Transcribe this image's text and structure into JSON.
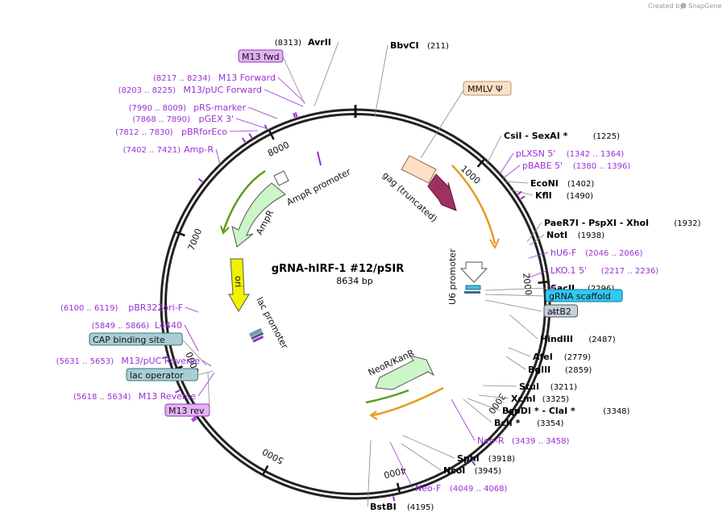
{
  "credit": "Created by",
  "brand": "SnapGene",
  "plasmid": {
    "name": "gRNA-hIRF-1 #12/pSIR",
    "size": "8634 bp",
    "total": 8634
  },
  "ticks": [
    "1000",
    "2000",
    "3000",
    "4000",
    "5000",
    "6000",
    "7000",
    "8000"
  ],
  "features": [
    {
      "name": "MMLV Ψ"
    },
    {
      "name": "gag (truncated)"
    },
    {
      "name": "U6 promoter"
    },
    {
      "name": "gRNA scaffold"
    },
    {
      "name": "attB2"
    },
    {
      "name": "NeoR/KanR"
    },
    {
      "name": "lac promoter"
    },
    {
      "name": "ori"
    },
    {
      "name": "AmpR"
    },
    {
      "name": "AmpR promoter"
    }
  ],
  "sites_right": [
    {
      "name": "BbvCI",
      "pos": "(211)"
    },
    {
      "name": "CsiI - SexAI *",
      "pos": "(1225)"
    },
    {
      "name": "pLXSN 5'",
      "pos": "(1342 .. 1364)",
      "primer": true
    },
    {
      "name": "pBABE 5'",
      "pos": "(1380 .. 1396)",
      "primer": true
    },
    {
      "name": "EcoNI",
      "pos": "(1402)"
    },
    {
      "name": "KflI",
      "pos": "(1490)"
    },
    {
      "name": "PaeR7I - PspXI - XhoI",
      "pos": "(1932)"
    },
    {
      "name": "NotI",
      "pos": "(1938)"
    },
    {
      "name": "hU6-F",
      "pos": "(2046 .. 2066)",
      "primer": true
    },
    {
      "name": "LKO.1 5'",
      "pos": "(2217 .. 2236)",
      "primer": true
    },
    {
      "name": "SacII",
      "pos": "(2296)"
    },
    {
      "name": "gRNA scaffold",
      "pos": "",
      "box": "cyan"
    },
    {
      "name": "attB2",
      "pos": "",
      "box": "gray"
    },
    {
      "name": "HindIII",
      "pos": "(2487)"
    },
    {
      "name": "AfeI",
      "pos": "(2779)"
    },
    {
      "name": "BglII",
      "pos": "(2859)"
    },
    {
      "name": "StuI",
      "pos": "(3211)"
    },
    {
      "name": "XcmI",
      "pos": "(3325)"
    },
    {
      "name": "BspDI * - ClaI *",
      "pos": "(3348)"
    },
    {
      "name": "BclI *",
      "pos": "(3354)"
    },
    {
      "name": "Neo-R",
      "pos": "(3439 .. 3458)",
      "primer": true
    },
    {
      "name": "SphI",
      "pos": "(3918)"
    },
    {
      "name": "NcoI",
      "pos": "(3945)"
    },
    {
      "name": "Neo-F",
      "pos": "(4049 .. 4068)",
      "primer": true
    },
    {
      "name": "BstBI",
      "pos": "(4195)"
    }
  ],
  "sites_left": [
    {
      "name": "AvrII",
      "pos": "(8313)"
    },
    {
      "name": "M13 fwd",
      "pos": "",
      "box": "purple"
    },
    {
      "name": "M13 Forward",
      "pos": "(8217 .. 8234)",
      "primer": true
    },
    {
      "name": "M13/pUC Forward",
      "pos": "(8203 .. 8225)",
      "primer": true
    },
    {
      "name": "pRS-marker",
      "pos": "(7990 .. 8009)",
      "primer": true
    },
    {
      "name": "pGEX 3'",
      "pos": "(7868 .. 7890)",
      "primer": true
    },
    {
      "name": "pBRforEco",
      "pos": "(7812 .. 7830)",
      "primer": true
    },
    {
      "name": "Amp-R",
      "pos": "(7402 .. 7421)",
      "primer": true
    },
    {
      "name": "pBR322ori-F",
      "pos": "(6100 .. 6119)",
      "primer": true
    },
    {
      "name": "L4440",
      "pos": "(5849 .. 5866)",
      "primer": true
    },
    {
      "name": "CAP binding site",
      "pos": "",
      "box": "teal"
    },
    {
      "name": "M13/pUC Reverse",
      "pos": "(5631 .. 5653)",
      "primer": true
    },
    {
      "name": "lac operator",
      "pos": "",
      "box": "teal"
    },
    {
      "name": "M13 Reverse",
      "pos": "(5618 .. 5634)",
      "primer": true
    },
    {
      "name": "M13 rev",
      "pos": "",
      "box": "purple"
    }
  ],
  "colors": {
    "backbone": "#222222",
    "primer": "#9a2fd6",
    "enzyme": "#000000",
    "leader": "#888888",
    "mmlv": "#fde0c4",
    "gag": "#a03060",
    "u6": "#ffffff",
    "neo": "#ccf5c8",
    "ori": "#f2f200",
    "amp": "#ccf5c8",
    "orange": "#e69b1f",
    "green": "#5a9e1a"
  }
}
